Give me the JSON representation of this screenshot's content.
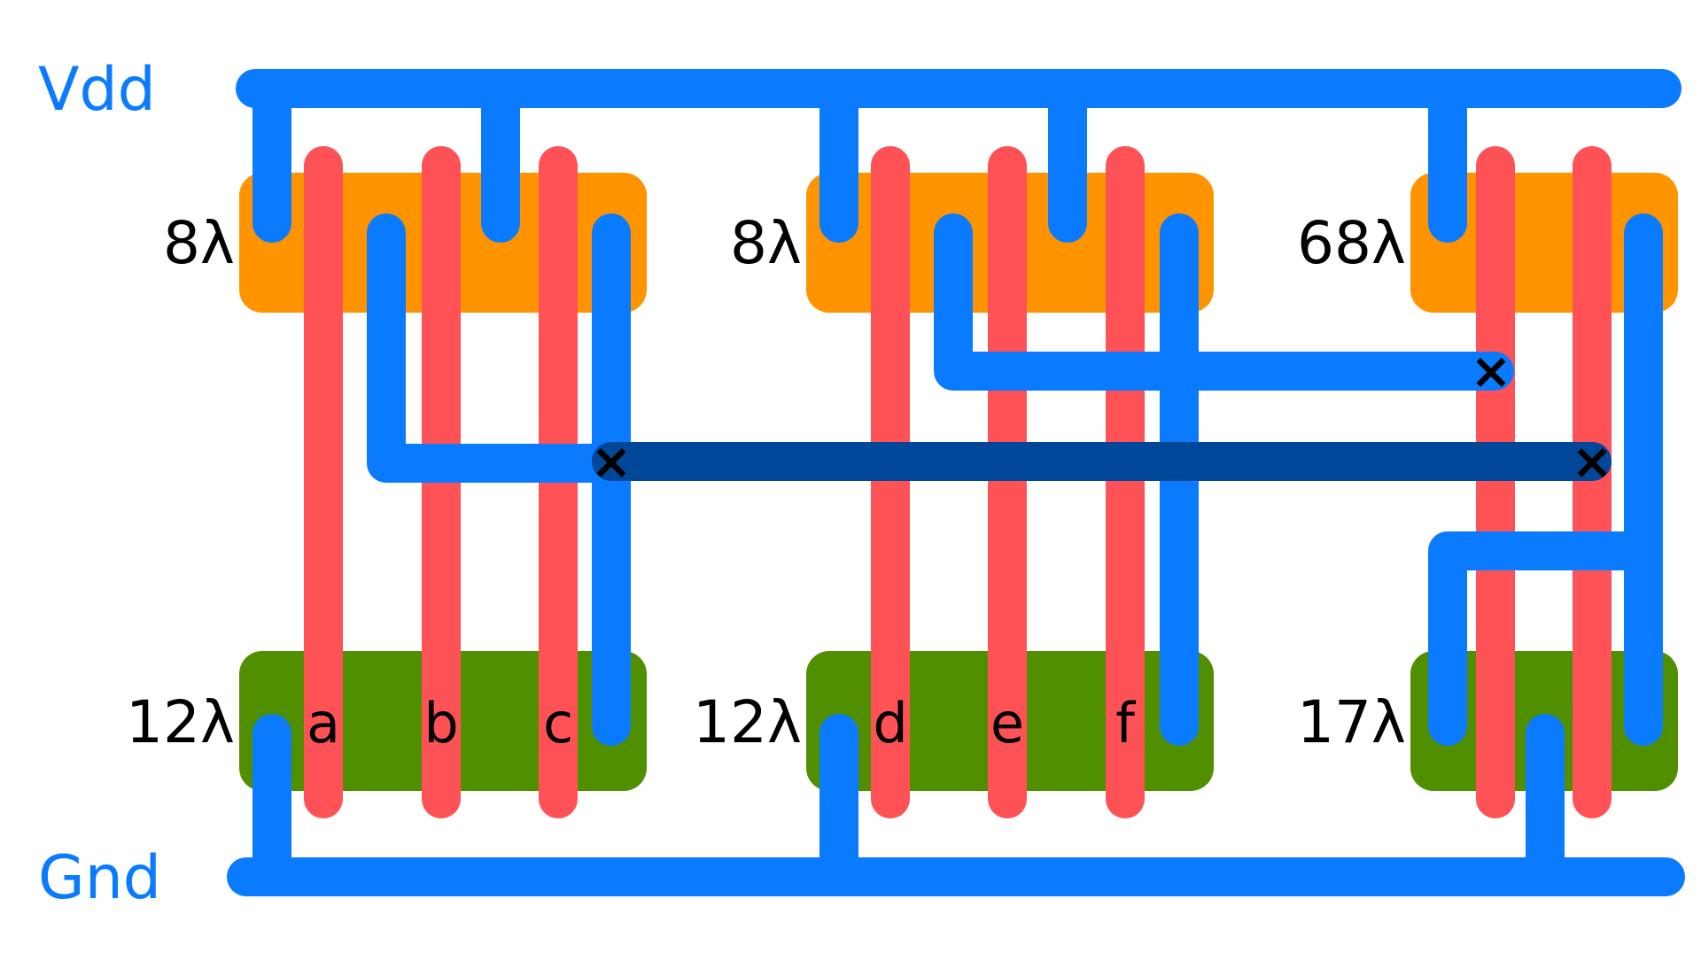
{
  "rails": {
    "vdd_label": "Vdd",
    "gnd_label": "Gnd"
  },
  "colors": {
    "metal": "#0a7bff",
    "metal_dark": "#004799",
    "poly": "#ff5257",
    "p_diffusion": "#ff9300",
    "n_diffusion": "#4f8f00",
    "contact_mark": "#000000"
  },
  "gates": {
    "group1": {
      "p_width": "8λ",
      "n_width": "12λ",
      "inputs": [
        "a",
        "b",
        "c"
      ]
    },
    "group2": {
      "p_width": "8λ",
      "n_width": "12λ",
      "inputs": [
        "d",
        "e",
        "f"
      ]
    },
    "group3": {
      "p_width": "68λ",
      "n_width": "17λ"
    }
  },
  "contacts": {
    "symbol": "×"
  }
}
